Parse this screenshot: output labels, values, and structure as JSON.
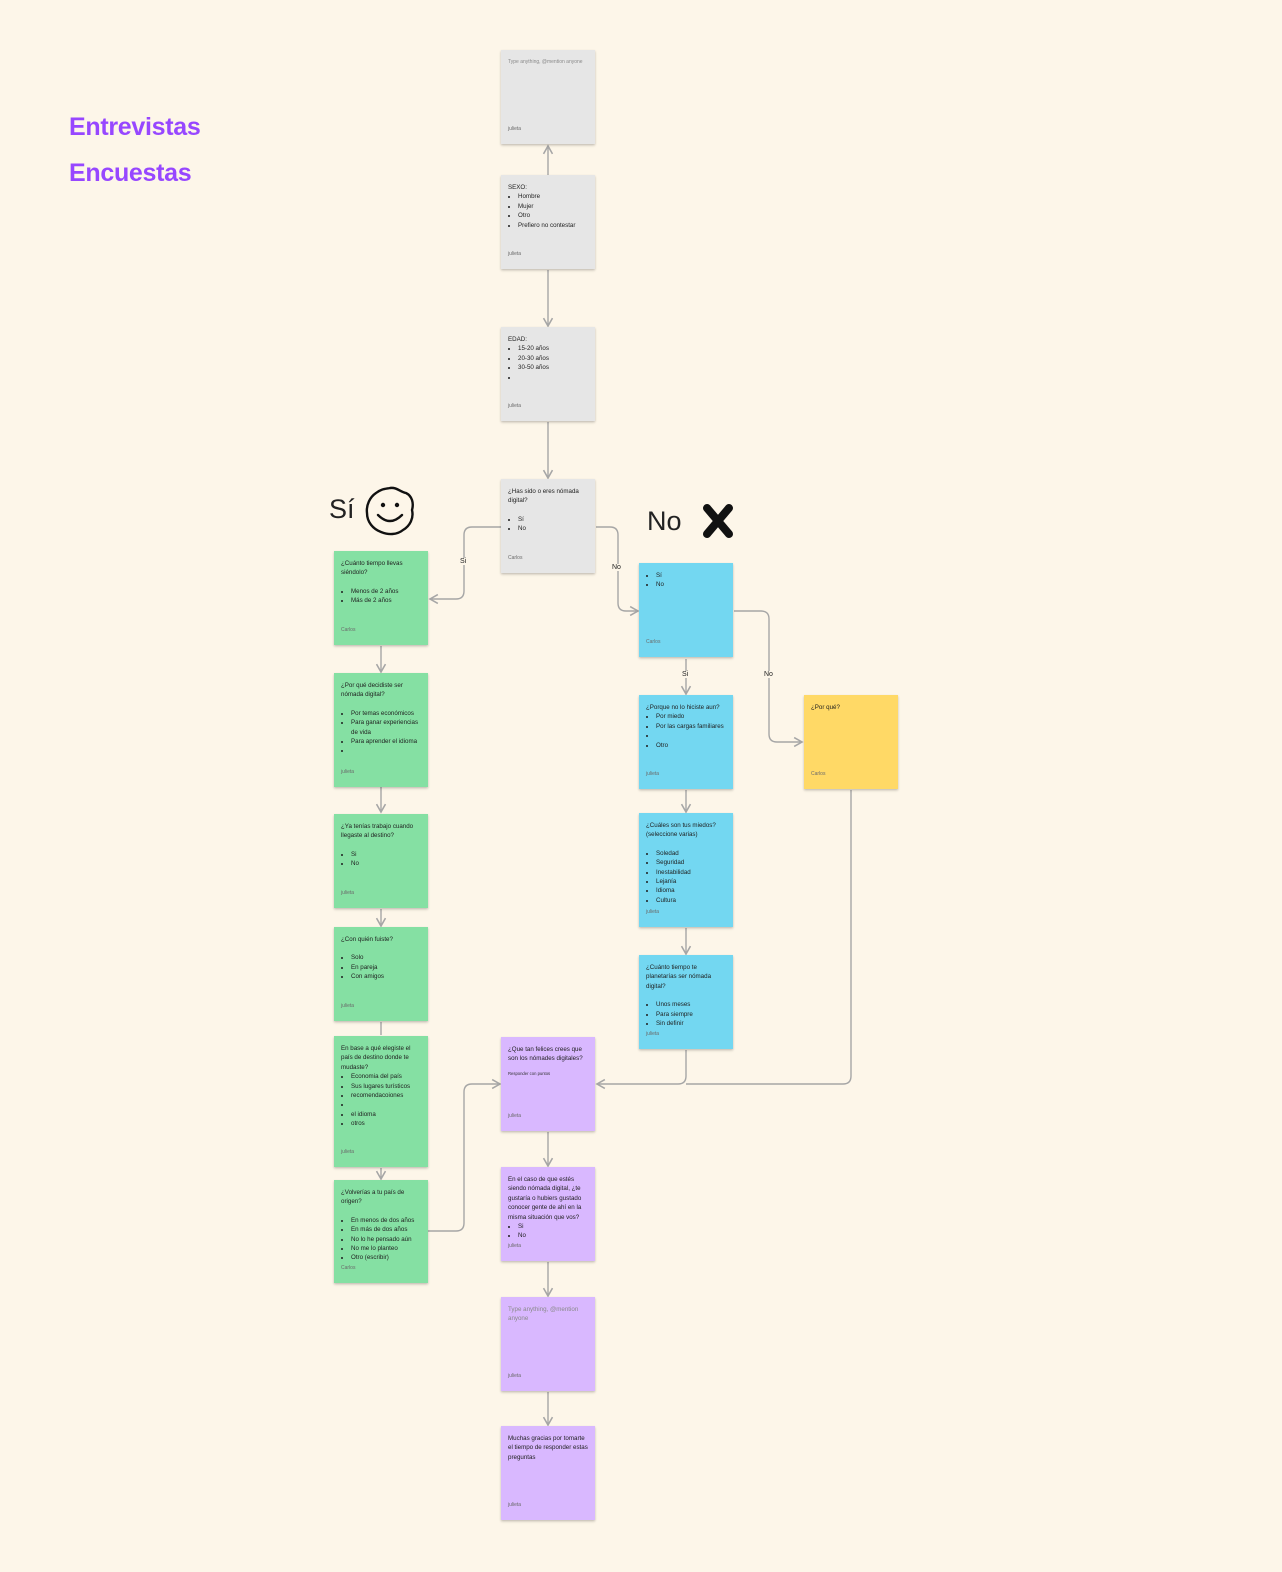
{
  "headings": {
    "entrevistas": "Entrevistas",
    "encuestas": "Encuestas"
  },
  "branch_labels": {
    "si": "Sí",
    "no": "No"
  },
  "edge_labels": {
    "si_left": "Si",
    "no_right": "No",
    "si_down": "Si",
    "no_yellow": "No"
  },
  "notes": {
    "top": {
      "placeholder": "Type anything, @mention anyone",
      "author": "julieta"
    },
    "sexo": {
      "title": "SEXO:",
      "items": [
        "Hombre",
        "Mujer",
        "Otro",
        "Prefiero no contestar"
      ],
      "author": "julieta"
    },
    "edad": {
      "title": "EDAD:",
      "items": [
        "15-20 años",
        "20-30 años",
        "30-50 años",
        ""
      ],
      "author": "julieta"
    },
    "nomada": {
      "title": "¿Has sido o eres nómada digital?",
      "items": [
        "Sí",
        "No"
      ],
      "author": "Carlos"
    },
    "tiempo": {
      "title": "¿Cuánto tiempo llevas siéndolo?",
      "items": [
        "Menos de 2 años",
        "Más de 2 años"
      ],
      "author": "Carlos"
    },
    "porque_si": {
      "title": "¿Por qué decidiste ser nómada digital?",
      "items": [
        "Por temas económicos",
        "Para ganar experiencias de vida",
        "Para aprender el idioma",
        ""
      ],
      "author": "julieta"
    },
    "trabajo": {
      "title": "¿Ya tenías trabajo cuando llegaste al destino?",
      "items": [
        "Si",
        "No"
      ],
      "author": "julieta"
    },
    "con_quien": {
      "title": "¿Con quién fuiste?",
      "items": [
        "Solo",
        "En pareja",
        "Con amigos"
      ],
      "author": "julieta"
    },
    "destino": {
      "title": "En base a qué elegiste el país de destino donde te mudaste?",
      "items": [
        "Economia del país",
        "Sus lugares turísticos",
        "recomendacoiones",
        "",
        "el idioma",
        "otros"
      ],
      "author": "julieta"
    },
    "volverias": {
      "title": "¿Volverías a tu país de origen?",
      "items": [
        "En menos de dos años",
        "En más de dos años",
        "No lo he pensado aún",
        "No me lo planteo",
        "Otro (escribir)"
      ],
      "author": "Carlos"
    },
    "si_no_blue": {
      "items": [
        "Sí",
        "No"
      ],
      "author": "Carlos"
    },
    "porque_no": {
      "title": "¿Porque no lo hiciste aun?",
      "items": [
        "Por miedo",
        "Por las cargas familiares",
        "",
        "Otro"
      ],
      "author": "julieta"
    },
    "miedos": {
      "title": "¿Cuáles son tus miedos? (seleccione varias)",
      "items": [
        "Soledad",
        "Seguridad",
        "Inestabilidad",
        "Lejanía",
        "Idioma",
        "Cultura"
      ],
      "author": "julieta"
    },
    "cuanto_planteas": {
      "title": "¿Cuánto tiempo te planetarías ser nómada digital?",
      "items": [
        "Unos meses",
        "Para siempre",
        "Sin definir"
      ],
      "author": "julieta"
    },
    "por_que": {
      "title": "¿Por qué?",
      "author": "Carlos"
    },
    "felices": {
      "title": "¿Que tan felices crees que son los nómades digitales?",
      "sub": "Responder con puntos",
      "author": "julieta"
    },
    "conocer": {
      "title": "En el caso de que estés siendo nómada digital, ¿te gustaría o hubiers gustado conocer gente de ahí en la misma situación que vos?",
      "items": [
        "Si",
        "No"
      ],
      "author": "julieta"
    },
    "vacia": {
      "placeholder": "Type anything, @mention anyone",
      "author": "julieta"
    },
    "gracias": {
      "title": "Muchas gracias por tomarte el tiempo de responder estas preguntas",
      "author": "julieta"
    }
  },
  "colors": {
    "background": "#fdf6e9",
    "heading": "#9747ff",
    "gray": "#e6e6e6",
    "green": "#85e0a3",
    "blue": "#73d7f1",
    "yellow": "#ffd966",
    "purple": "#d9b8ff",
    "connector": "#a6a6a6"
  }
}
